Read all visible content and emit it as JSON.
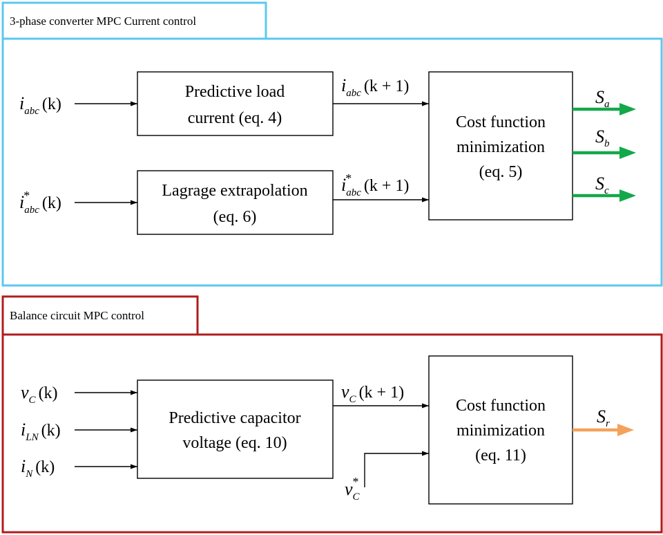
{
  "colors": {
    "section1_border": "#5bc8f0",
    "section2_border": "#b01c1c",
    "output_green": "#13a84a",
    "output_orange": "#f5a15a"
  },
  "section1": {
    "title": "3-phase converter MPC Current control",
    "blocks": {
      "predictive_load": {
        "line1": "Predictive load",
        "line2": "current (eq. 4)"
      },
      "lagrange": {
        "line1": "Lagrage extrapolation",
        "line2": "(eq. 6)"
      },
      "cost": {
        "line1": "Cost function",
        "line2": "minimization",
        "line3": "(eq. 5)"
      }
    },
    "signals": {
      "in1": {
        "base": "i",
        "sub": "abc",
        "sup": "",
        "arg": "(k)"
      },
      "in2": {
        "base": "i",
        "sub": "abc",
        "sup": "*",
        "arg": "(k)"
      },
      "mid1": {
        "base": "i",
        "sub": "abc",
        "sup": "",
        "arg": "(k + 1)"
      },
      "mid2": {
        "base": "i",
        "sub": "abc",
        "sup": "*",
        "arg": "(k + 1)"
      },
      "outa": {
        "base": "S",
        "sub": "a"
      },
      "outb": {
        "base": "S",
        "sub": "b"
      },
      "outc": {
        "base": "S",
        "sub": "c"
      }
    }
  },
  "section2": {
    "title": "Balance circuit MPC control",
    "blocks": {
      "predictive_cap": {
        "line1": "Predictive capacitor",
        "line2": "voltage (eq. 10)"
      },
      "cost": {
        "line1": "Cost function",
        "line2": "minimization",
        "line3": "(eq. 11)"
      }
    },
    "signals": {
      "in1": {
        "base": "v",
        "sub": "C",
        "sup": "",
        "arg": "(k)"
      },
      "in2": {
        "base": "i",
        "sub": "LN",
        "sup": "",
        "arg": "(k)"
      },
      "in3": {
        "base": "i",
        "sub": "N",
        "sup": "",
        "arg": "(k)"
      },
      "mid": {
        "base": "v",
        "sub": "C",
        "sup": "",
        "arg": "(k + 1)"
      },
      "ref": {
        "base": "v",
        "sub": "C",
        "sup": "*"
      },
      "out": {
        "base": "S",
        "sub": "r"
      }
    }
  }
}
